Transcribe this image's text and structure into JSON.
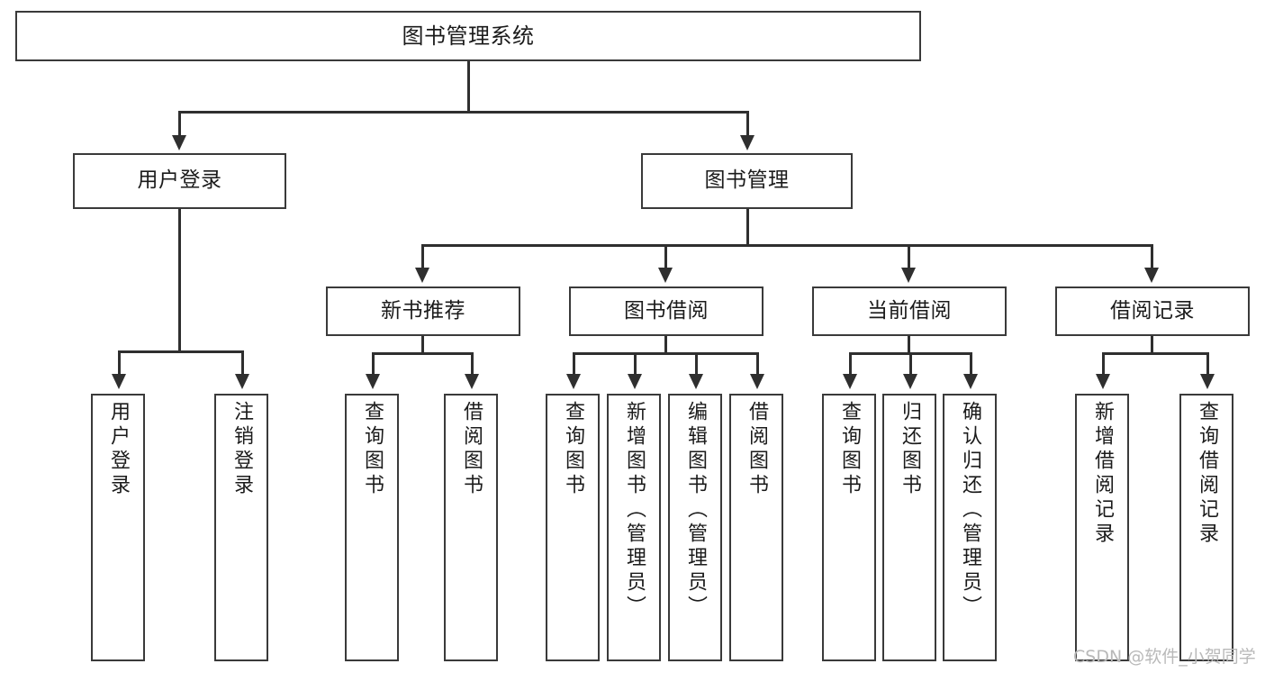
{
  "diagram": {
    "title": "图书管理系统",
    "type": "hierarchy-tree",
    "watermark": "CSDN @软件_小贺同学",
    "colors": {
      "box_border": "#3a3a3a",
      "connector": "#2f2f2f",
      "background": "#ffffff",
      "text": "#1b1b1b",
      "watermark": "#b9b9b9"
    },
    "root": {
      "label": "图书管理系统"
    },
    "level2": [
      {
        "label": "用户登录"
      },
      {
        "label": "图书管理"
      }
    ],
    "level3": [
      {
        "label": "新书推荐"
      },
      {
        "label": "图书借阅"
      },
      {
        "label": "当前借阅"
      },
      {
        "label": "借阅记录"
      }
    ],
    "leaves": {
      "user_login": [
        {
          "label": "用户登录"
        },
        {
          "label": "注销登录"
        }
      ],
      "new_book": [
        {
          "label": "查询图书"
        },
        {
          "label": "借阅图书"
        }
      ],
      "borrow_book": [
        {
          "label": "查询图书"
        },
        {
          "label": "新增图书（管理员）"
        },
        {
          "label": "编辑图书（管理员）"
        },
        {
          "label": "借阅图书"
        }
      ],
      "current_borrow": [
        {
          "label": "查询图书"
        },
        {
          "label": "归还图书"
        },
        {
          "label": "确认归还（管理员）"
        }
      ],
      "borrow_record": [
        {
          "label": "新增借阅记录"
        },
        {
          "label": "查询借阅记录"
        }
      ]
    }
  }
}
